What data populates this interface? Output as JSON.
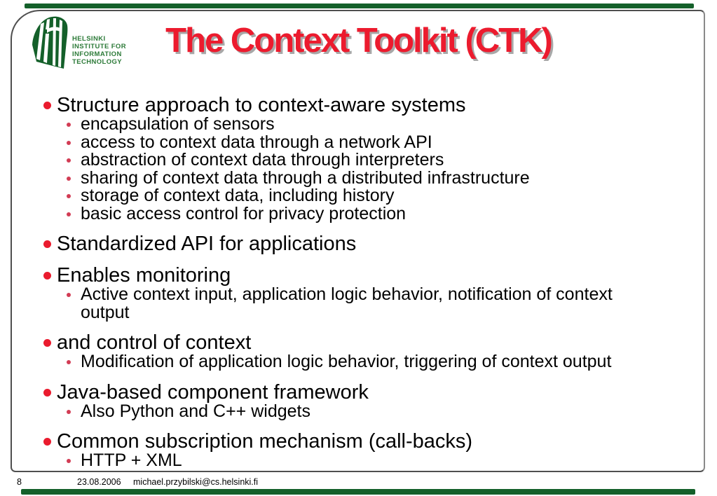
{
  "slide": {
    "logo": {
      "name": "hiit-logo",
      "lines": [
        "HELSINKI",
        "INSTITUTE FOR",
        "INFORMATION",
        "TECHNOLOGY"
      ]
    },
    "title": "The Context Toolkit (CTK)",
    "bullets": [
      {
        "text": "Structure approach to context-aware systems",
        "subs": [
          "encapsulation of sensors",
          "access to context data through a network API",
          "abstraction of context data through interpreters",
          "sharing of context data through a distributed infrastructure",
          "storage of context data, including history",
          "basic access control for privacy protection"
        ]
      },
      {
        "text": "Standardized API for applications",
        "subs": []
      },
      {
        "text": "Enables monitoring",
        "subs": [
          "Active context input, application logic behavior, notification of context output"
        ]
      },
      {
        "text": "and control of context",
        "subs": [
          "Modification of application logic behavior, triggering of context output"
        ]
      },
      {
        "text": "Java-based component framework",
        "subs": [
          "Also Python and C++ widgets"
        ]
      },
      {
        "text": "Common subscription mechanism (call-backs)",
        "subs": [
          "HTTP + XML"
        ]
      }
    ],
    "footer": {
      "page_number": "8",
      "date": "23.08.2006",
      "email": "michael.przybilski@cs.helsinki.fi"
    },
    "colors": {
      "title_red": "#ec1b2e",
      "bullet_red": "#ea1b2e",
      "sub_bullet_red": "#d23c54",
      "hiit_green": "#14602a",
      "logo_text_green": "#2c7a38",
      "frame_gray": "#4f4f4f",
      "title_shadow_gray": "#a8a8a8",
      "text_black": "#000000"
    }
  }
}
